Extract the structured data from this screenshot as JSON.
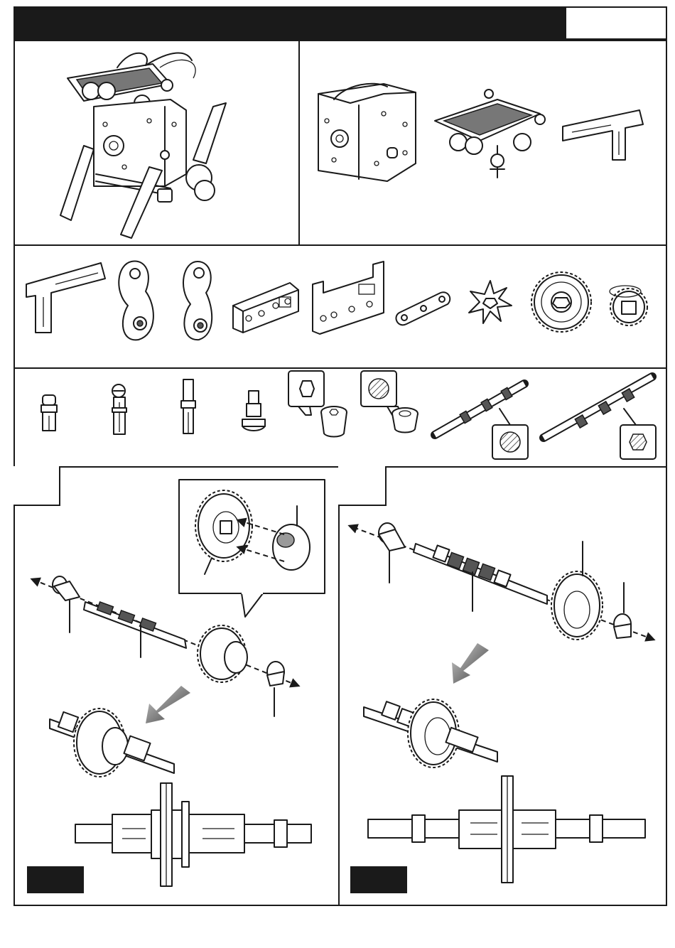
{
  "header": {
    "title": "",
    "page_tag": ""
  },
  "sections": {
    "model_preview": {
      "icon": "solar-robot-model"
    },
    "subassemblies": {
      "icons": [
        "motor-gearbox-housing",
        "solar-panel-assembly",
        "l-bracket"
      ]
    },
    "parts_row_1": {
      "icons": [
        "l-bracket",
        "figure-eight-link-left",
        "figure-eight-link-right",
        "connector-plate",
        "frame-bracket",
        "short-link",
        "spoked-wheel",
        "crown-gear",
        "pinion-gear"
      ]
    },
    "parts_row_2": {
      "icons": [
        "short-pin",
        "long-pin",
        "axle-pin",
        "stub-pin",
        "hex-bushing",
        "round-bushing",
        "round-axle",
        "hex-axle"
      ]
    }
  },
  "steps": [
    {
      "number": "",
      "tag": "",
      "parts": [
        "bushing",
        "round-axle",
        "gear-stack",
        "bushing"
      ]
    },
    {
      "number": "",
      "tag": "",
      "parts": [
        "bushing",
        "hex-axle",
        "crown-gear",
        "bushing"
      ]
    }
  ]
}
